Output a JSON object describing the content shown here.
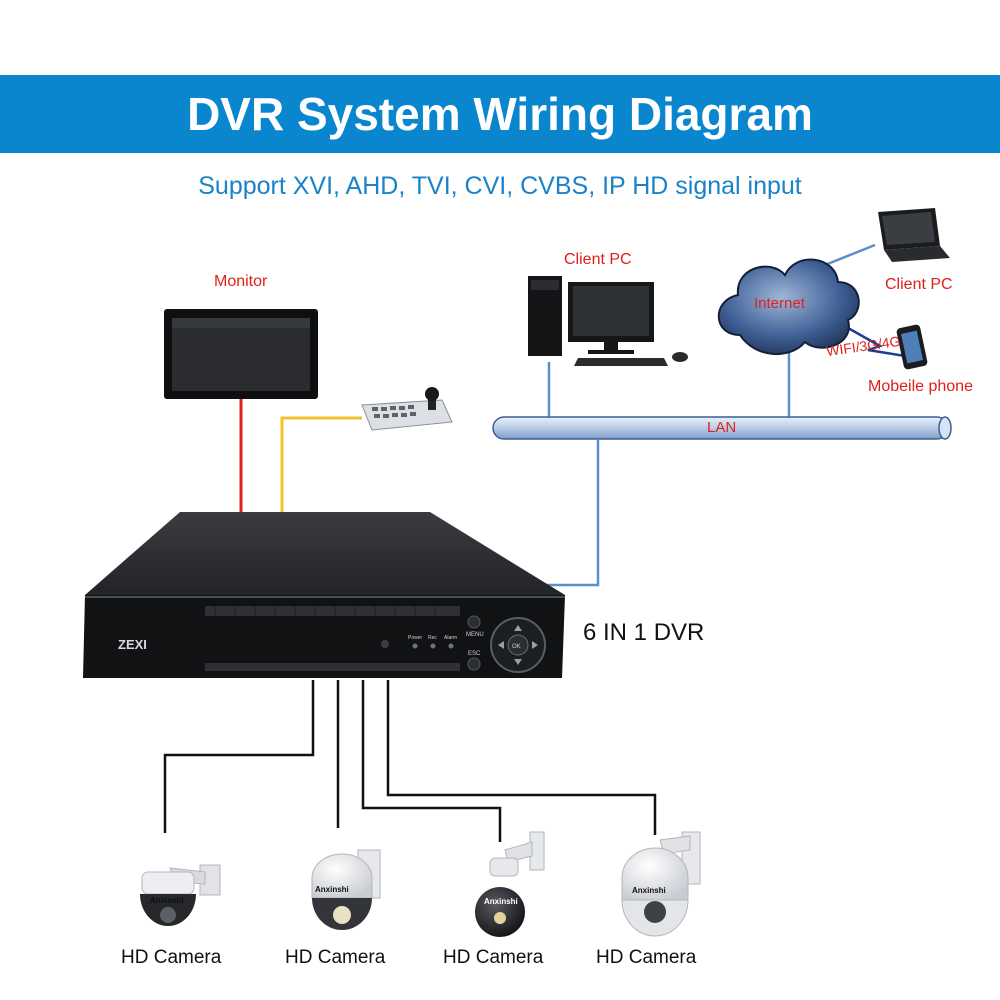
{
  "header": {
    "title": "DVR System Wiring Diagram",
    "subtitle": "Support XVI, AHD, TVI, CVI, CVBS, IP HD signal input"
  },
  "nodes": {
    "monitor": "Monitor",
    "client_pc_1": "Client PC",
    "client_pc_2": "Client PC",
    "internet": "Internet",
    "wireless": "WIFI/3G/4G",
    "mobile": "Mobeile phone",
    "lan": "LAN",
    "dvr": "6 IN 1 DVR",
    "dvr_brand": "ZEXI",
    "dvr_buttons": {
      "menu": "MENU",
      "esc": "ESC",
      "ok": "OK",
      "power": "Power",
      "rec": "Rec",
      "alarm": "Alarm"
    }
  },
  "cameras": [
    {
      "label": "HD Camera",
      "brand": "Anxinshi"
    },
    {
      "label": "HD Camera",
      "brand": "Anxinshi"
    },
    {
      "label": "HD Camera",
      "brand": "Anxinshi"
    },
    {
      "label": "HD Camera",
      "brand": "Anxinshi"
    }
  ],
  "colors": {
    "banner": "#0a86cf",
    "subtitle": "#1a82c8",
    "node_label": "#e0201a",
    "video_wire": "#e0201a",
    "control_wire": "#f2c12e",
    "network_wire": "#5b8fc9",
    "camera_wire": "#111111"
  }
}
